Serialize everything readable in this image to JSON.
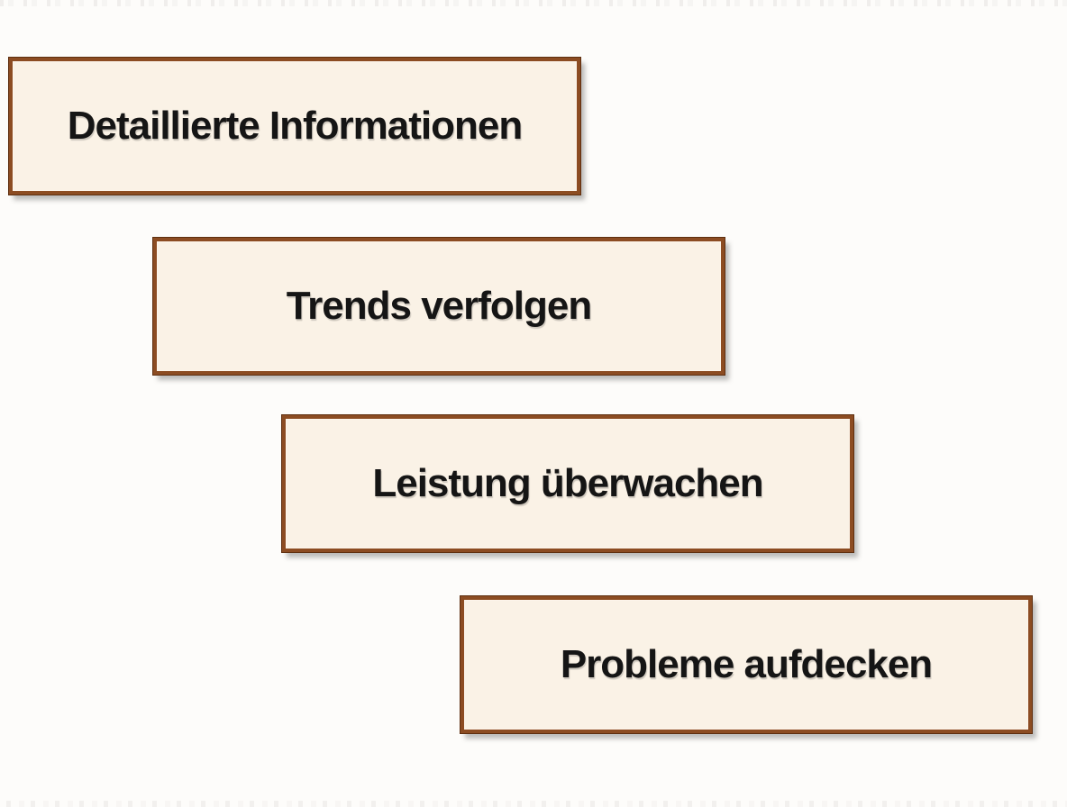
{
  "diagram": {
    "type": "staircase-boxes",
    "boxes": [
      {
        "label": "Detaillierte Informationen"
      },
      {
        "label": "Trends verfolgen"
      },
      {
        "label": "Leistung überwachen"
      },
      {
        "label": "Probleme aufdecken"
      }
    ],
    "colors": {
      "canvas_bg": "#FDFCFA",
      "box_fill": "#FAF2E6",
      "box_border": "#8C4C22",
      "box_border_dark": "#5E2F10",
      "box_text": "#151515",
      "box_shadow": "rgba(90,90,90,0.40)"
    }
  }
}
